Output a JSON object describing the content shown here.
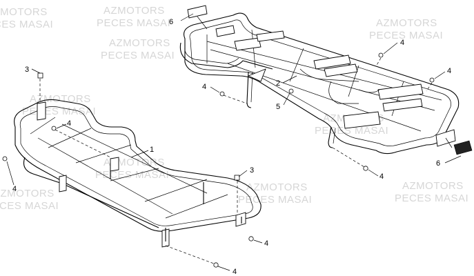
{
  "watermarks": [
    {
      "line1": "AZMOTORS",
      "line2": "PECES MASAI"
    },
    {
      "line1": "AZMOTORS",
      "line2": "PECES MASAI"
    },
    {
      "line1": "AZMOTORS",
      "line2": "PECES MASAI"
    },
    {
      "line1": "AZMOTORS",
      "line2": "PECES MASAI"
    },
    {
      "line1": "AZMOTORS",
      "line2": "PECES MASAI"
    },
    {
      "line1": "AZMOTORS",
      "line2": "PECES MASAI"
    },
    {
      "line1": "AZMOTORS",
      "line2": "PECES MASAI"
    },
    {
      "line1": "AZMOTORS",
      "line2": "PECES MASAI"
    }
  ],
  "callouts": {
    "c1": "1",
    "c2": "2",
    "c3a": "3",
    "c3b": "3",
    "c4a": "4",
    "c4b": "4",
    "c4c": "4",
    "c4d": "4",
    "c4e": "4",
    "c4f": "4",
    "c4g": "4",
    "c4h": "4",
    "c5": "5",
    "c6a": "6",
    "c6b": "6"
  }
}
